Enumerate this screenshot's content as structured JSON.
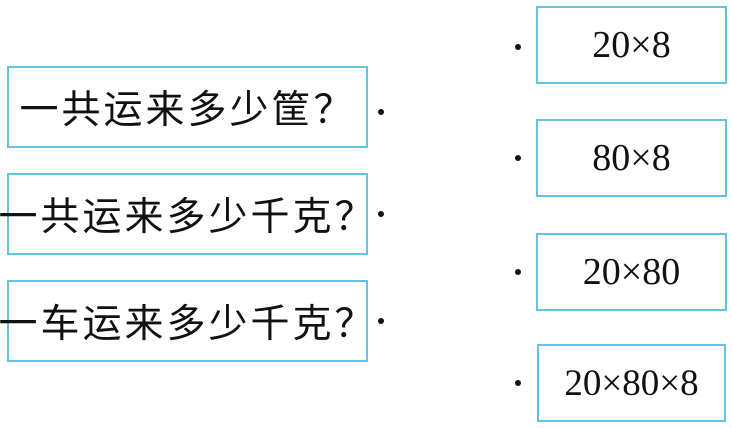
{
  "questions": [
    {
      "text": "一共运来多少筐？"
    },
    {
      "text": "一共运来多少千克？"
    },
    {
      "text": "一车运来多少千克？"
    }
  ],
  "expressions": [
    {
      "text": "20×8"
    },
    {
      "text": "80×8"
    },
    {
      "text": "20×80"
    },
    {
      "text": "20×80×8"
    }
  ],
  "colors": {
    "box_border": "#63c3e3",
    "text": "#111111",
    "dot": "#111111"
  }
}
